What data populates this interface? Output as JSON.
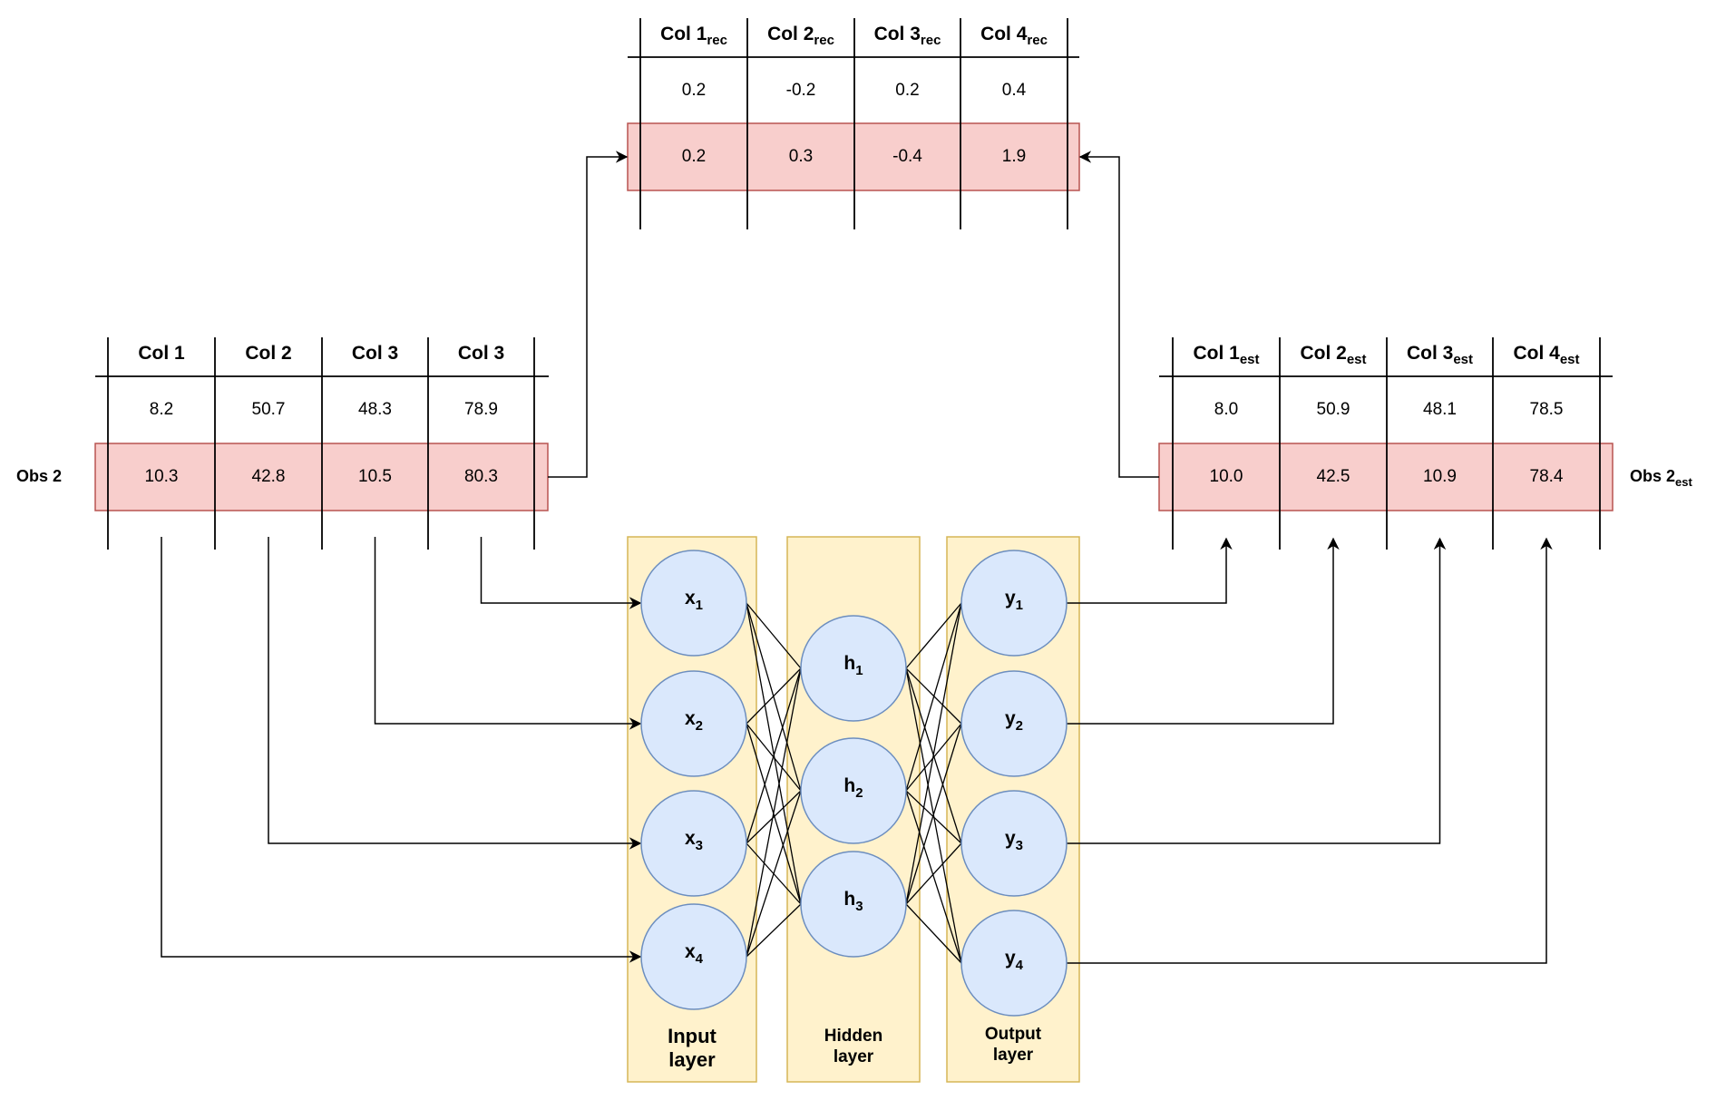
{
  "colors": {
    "highlight_fill": "#f8cecc",
    "highlight_stroke": "#b85450",
    "layer_fill": "#fff2cc",
    "layer_stroke": "#d6b656",
    "node_fill": "#dae8fc",
    "node_stroke": "#6c8ebf",
    "line": "#000000"
  },
  "reconstruction_table": {
    "headers": [
      {
        "base": "Col 1",
        "sub": "rec"
      },
      {
        "base": "Col 2",
        "sub": "rec"
      },
      {
        "base": "Col 3",
        "sub": "rec"
      },
      {
        "base": "Col 4",
        "sub": "rec"
      }
    ],
    "rows": [
      [
        "0.2",
        "-0.2",
        "0.2",
        "0.4"
      ],
      [
        "0.2",
        "0.3",
        "-0.4",
        "1.9"
      ]
    ],
    "highlighted_row": 1
  },
  "input_table": {
    "headers": [
      {
        "base": "Col 1",
        "sub": ""
      },
      {
        "base": "Col 2",
        "sub": ""
      },
      {
        "base": "Col 3",
        "sub": ""
      },
      {
        "base": "Col 3",
        "sub": ""
      }
    ],
    "rows": [
      [
        "8.2",
        "50.7",
        "48.3",
        "78.9"
      ],
      [
        "10.3",
        "42.8",
        "10.5",
        "80.3"
      ]
    ],
    "highlighted_row": 1,
    "row_label": {
      "base": "Obs 2",
      "sub": ""
    }
  },
  "estimate_table": {
    "headers": [
      {
        "base": "Col 1",
        "sub": "est"
      },
      {
        "base": "Col 2",
        "sub": "est"
      },
      {
        "base": "Col 3",
        "sub": "est"
      },
      {
        "base": "Col 4",
        "sub": "est"
      }
    ],
    "rows": [
      [
        "8.0",
        "50.9",
        "48.1",
        "78.5"
      ],
      [
        "10.0",
        "42.5",
        "10.9",
        "78.4"
      ]
    ],
    "highlighted_row": 1,
    "row_label": {
      "base": "Obs 2",
      "sub": "est"
    }
  },
  "network": {
    "layers": [
      {
        "name": "input",
        "label_line1": "Input",
        "label_line2": "layer",
        "nodes": [
          {
            "base": "x",
            "sub": "1"
          },
          {
            "base": "x",
            "sub": "2"
          },
          {
            "base": "x",
            "sub": "3"
          },
          {
            "base": "x",
            "sub": "4"
          }
        ]
      },
      {
        "name": "hidden",
        "label_line1": "Hidden",
        "label_line2": "layer",
        "nodes": [
          {
            "base": "h",
            "sub": "1"
          },
          {
            "base": "h",
            "sub": "2"
          },
          {
            "base": "h",
            "sub": "3"
          }
        ]
      },
      {
        "name": "output",
        "label_line1": "Output",
        "label_line2": "layer",
        "nodes": [
          {
            "base": "y",
            "sub": "1"
          },
          {
            "base": "y",
            "sub": "2"
          },
          {
            "base": "y",
            "sub": "3"
          },
          {
            "base": "y",
            "sub": "4"
          }
        ]
      }
    ],
    "input_mapping": [
      {
        "from_column": 4,
        "to_node": "x1"
      },
      {
        "from_column": 3,
        "to_node": "x2"
      },
      {
        "from_column": 2,
        "to_node": "x3"
      },
      {
        "from_column": 1,
        "to_node": "x4"
      }
    ],
    "output_mapping": [
      {
        "from_node": "y1",
        "to_column": 1
      },
      {
        "from_node": "y2",
        "to_column": 2
      },
      {
        "from_node": "y3",
        "to_column": 3
      },
      {
        "from_node": "y4",
        "to_column": 4
      }
    ]
  }
}
